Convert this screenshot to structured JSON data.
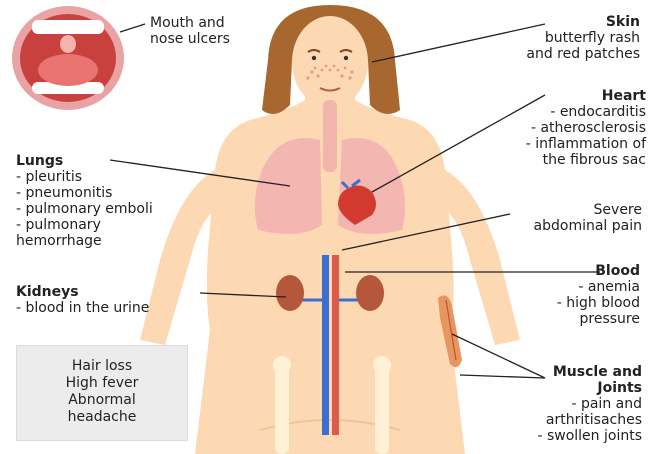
{
  "mouth": {
    "line1": "Mouth and",
    "line2": "nose ulcers"
  },
  "skin": {
    "title": "Skin",
    "line1": "butterfly rash",
    "line2": "and red patches"
  },
  "heart": {
    "title": "Heart",
    "items": [
      "- endocarditis",
      "- atherosclerosis",
      "- inflammation of",
      "the fibrous sac"
    ]
  },
  "lungs": {
    "title": "Lungs",
    "items": [
      "- pleuritis",
      "- pneumonitis",
      "- pulmonary emboli",
      "- pulmonary",
      "hemorrhage"
    ]
  },
  "abdomen": {
    "line1": "Severe",
    "line2": "abdominal pain"
  },
  "kidneys": {
    "title": "Kidneys",
    "line1": "- blood in the urine"
  },
  "blood": {
    "title": "Blood",
    "items": [
      "- anemia",
      "- high blood",
      "pressure"
    ]
  },
  "muscle": {
    "title1": "Muscle and",
    "title2": "Joints",
    "items": [
      "- pain and",
      "arthritisaches",
      "- swollen joints"
    ]
  },
  "general_symptoms": [
    "Hair loss",
    "High fever",
    "Abnormal",
    "headache"
  ],
  "colors": {
    "skin": "#fcd9b3",
    "skin_shadow": "#f0c496",
    "hair": "#a8672f",
    "lung": "#f4b6b0",
    "heart": "#d23a30",
    "kidney": "#b5573b",
    "vein": "#3a6fd0",
    "artery": "#e05a4a",
    "bone": "#fff1d6",
    "mouth": "#c8413e",
    "leader": "#222222"
  }
}
